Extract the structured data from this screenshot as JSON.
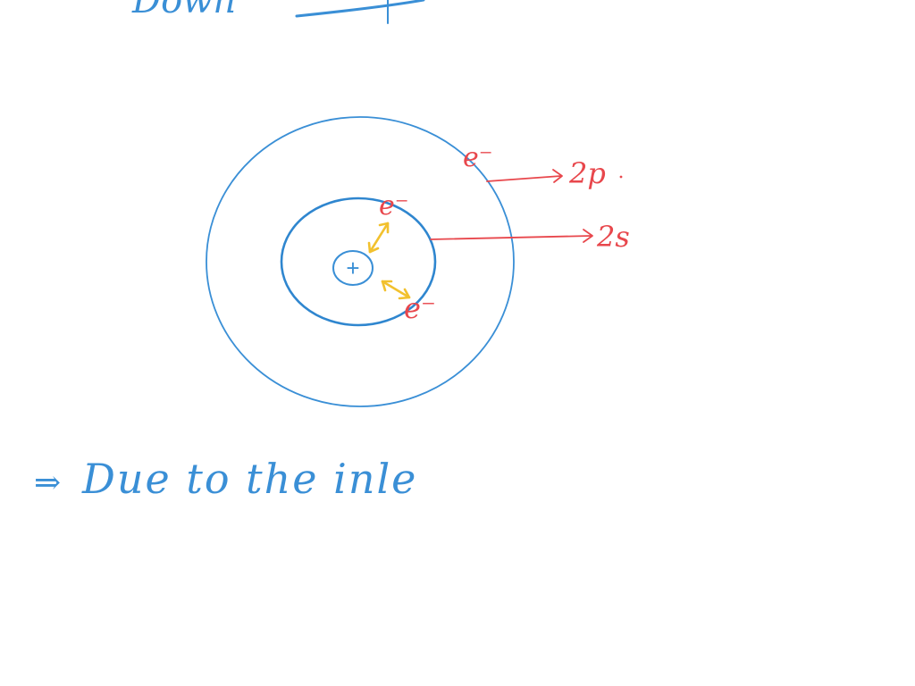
{
  "colors": {
    "background": "#ffffff",
    "ink_blue": "#3a8fd6",
    "ink_red": "#e8474c",
    "ink_yellow": "#f2c12e"
  },
  "top_fragment": "Down",
  "diagram": {
    "nucleus_label": "+",
    "inner_electron_top": "e⁻",
    "inner_electron_bottom": "e⁻",
    "outer_electron": "e⁻",
    "outer_orbital_label": "2p",
    "inner_orbital_label": "2s"
  },
  "note": {
    "arrow": "⇒",
    "text": "Due to the inle"
  }
}
